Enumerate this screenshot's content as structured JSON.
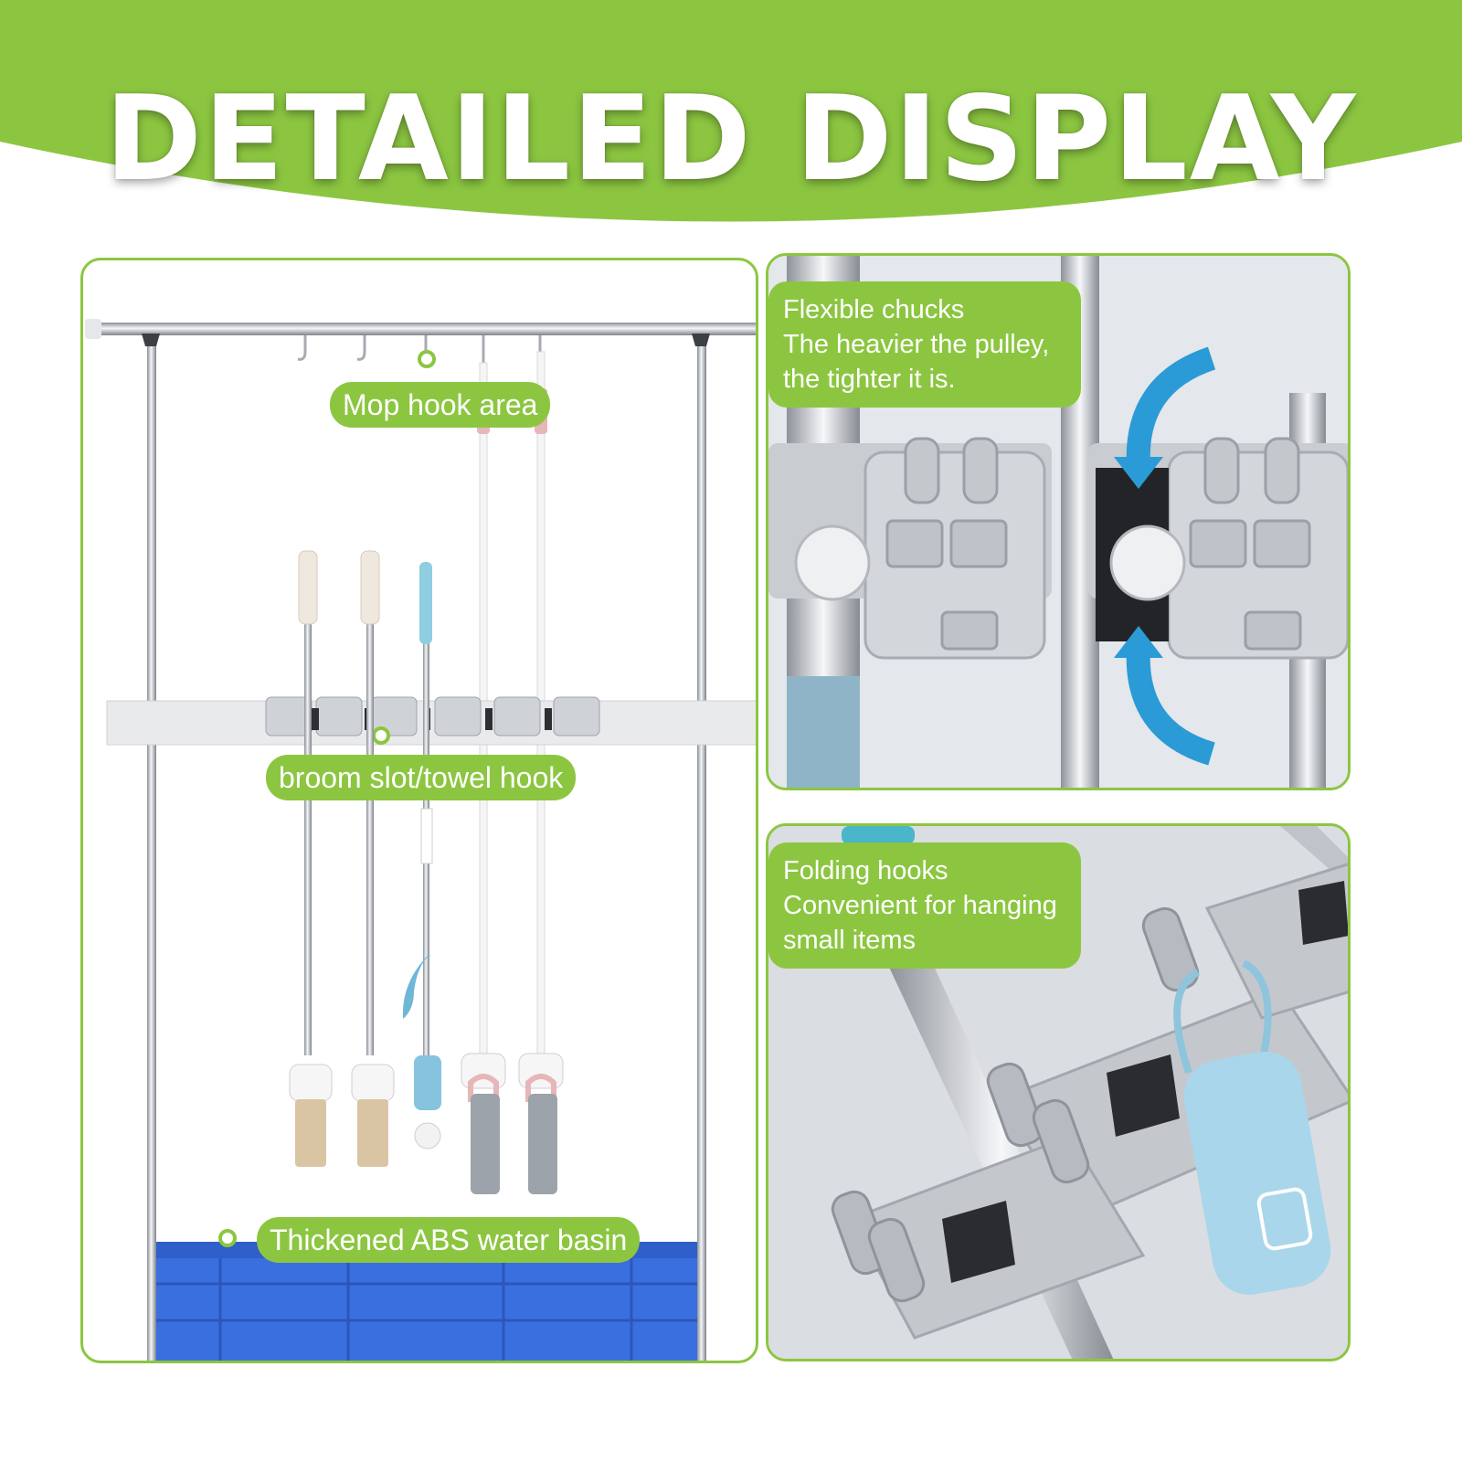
{
  "header": {
    "title": "DETAILED DISPLAY",
    "band_color": "#8cc641"
  },
  "main_panel": {
    "labels": {
      "mop_hook": "Mop hook area",
      "broom_slot": "broom slot/towel hook",
      "water_basin": "Thickened ABS water basin"
    }
  },
  "top_right_panel": {
    "callout": "Flexible chucks\nThe heavier the pulley,\nthe tighter it is."
  },
  "bottom_right_panel": {
    "callout": "Folding hooks\nConvenient for hanging\nsmall items"
  },
  "colors": {
    "accent_green": "#8cc641",
    "basin_blue": "#3a6fe0",
    "arrow_blue": "#2a9bd6",
    "accessory_light_blue": "#a9d6ea"
  }
}
